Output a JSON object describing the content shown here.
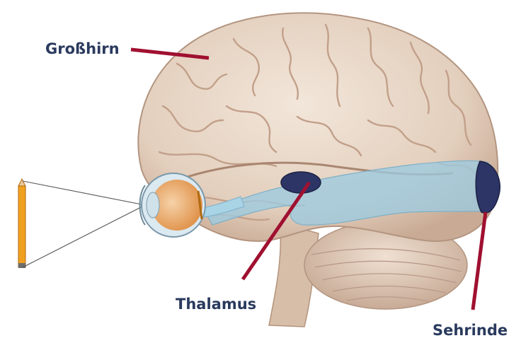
{
  "labels": {
    "cerebrum": "Großhirn",
    "thalamus": "Thalamus",
    "visual_cortex": "Sehrinde"
  },
  "colors": {
    "label_text": "#2a3a5e",
    "pointer_line": "#a01030",
    "brain": "#e6d4c4",
    "visual_pathway": "#9ccbe0",
    "thalamus_node": "#2d3466",
    "pencil": "#f0a020"
  }
}
